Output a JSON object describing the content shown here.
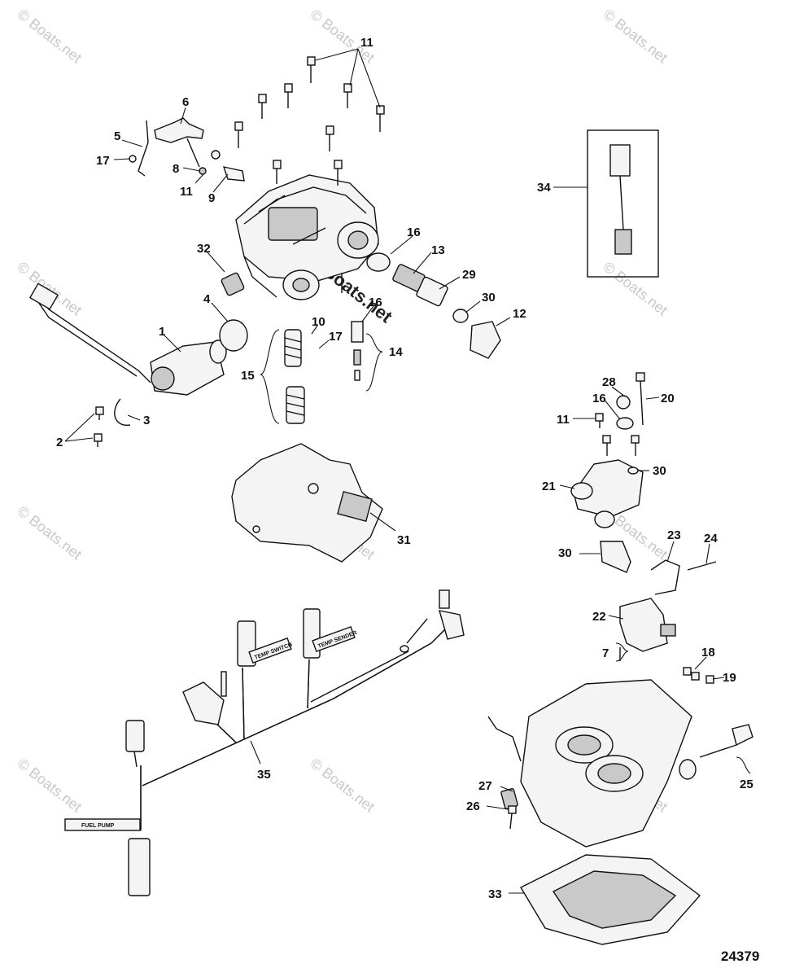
{
  "diagram": {
    "figure_number": "24379",
    "watermark": "© Boats.net",
    "watermark_center": "© Boats.net",
    "tags": {
      "fuel_pump": "FUEL PUMP",
      "temp_switch": "TEMP SWITCH",
      "throttle": "TEMP SENDER"
    },
    "callouts": {
      "c1": "1",
      "c2": "2",
      "c3": "3",
      "c4": "4",
      "c5": "5",
      "c6": "6",
      "c7": "7",
      "c8": "8",
      "c9": "9",
      "c10": "10",
      "c11a": "11",
      "c11b": "11",
      "c11c": "11",
      "c12": "12",
      "c13": "13",
      "c14": "14",
      "c15": "15",
      "c16a": "16",
      "c16b": "16",
      "c16c": "16",
      "c17a": "17",
      "c17b": "17",
      "c18": "18",
      "c19": "19",
      "c20": "20",
      "c21": "21",
      "c22": "22",
      "c23": "23",
      "c24": "24",
      "c25": "25",
      "c26": "26",
      "c27": "27",
      "c28": "28",
      "c29": "29",
      "c30a": "30",
      "c30b": "30",
      "c30c": "30",
      "c30d": "30",
      "c31": "31",
      "c32": "32",
      "c33": "33",
      "c34": "34",
      "c35": "35"
    }
  }
}
